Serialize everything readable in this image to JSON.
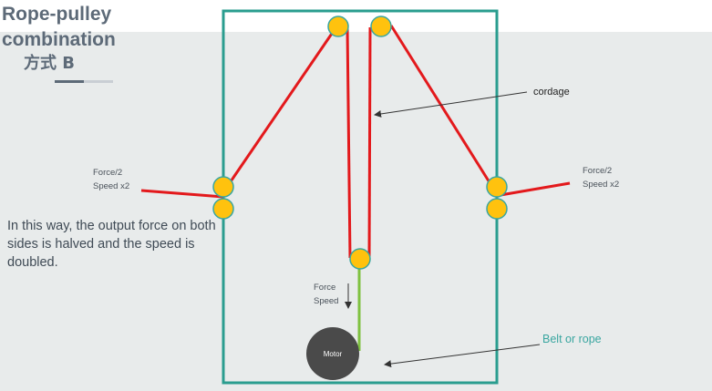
{
  "title": {
    "line1": "Rope-pulley",
    "line2": "combination",
    "line3": "方式 B"
  },
  "title_bar_progress": 0.5,
  "description": "In this way, the output force on both sides is halved and the speed is doubled.",
  "labels": {
    "left_force": "Force/2",
    "left_speed": "Speed x2",
    "right_force": "Force/2",
    "right_speed": "Speed x2",
    "cordage": "cordage",
    "center_force": "Force",
    "center_speed": "Speed",
    "motor": "Motor",
    "belt": "Belt or rope"
  },
  "colors": {
    "rope": "#e3191c",
    "belt": "#7fc241",
    "pulley": "#ffc20e",
    "pulley_outline": "#3aa6a0",
    "frame": "#2a9d8f",
    "motor": "#4a4a4a",
    "title": "#5d6a78"
  }
}
